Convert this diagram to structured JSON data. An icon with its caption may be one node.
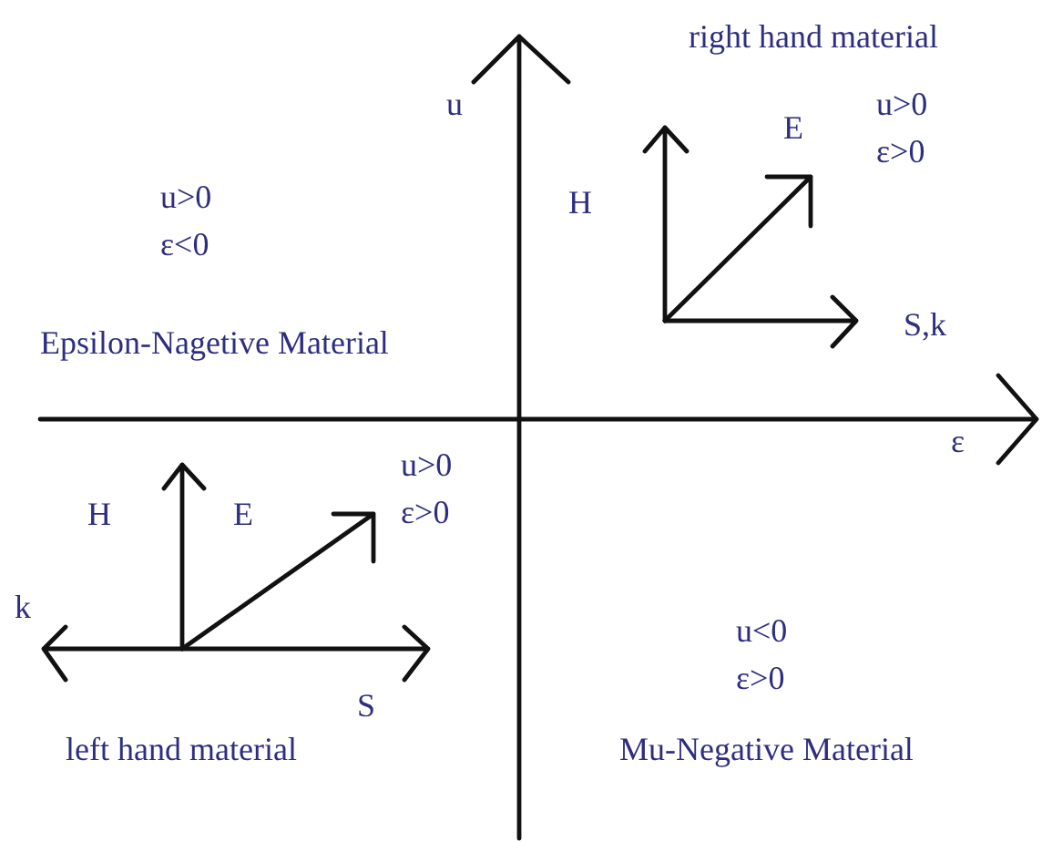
{
  "diagram": {
    "labels": [
      "right hand material",
      "u",
      "u>0",
      "ε>0",
      "E",
      "H",
      "u>0",
      "ε<0",
      "S,k",
      "Epsilon-Nagetive Material",
      "ε",
      "u>0",
      "ε>0",
      "H",
      "E",
      "k",
      "u<0",
      "ε>0",
      "S",
      "left hand material",
      "Mu-Negative Material"
    ]
  }
}
